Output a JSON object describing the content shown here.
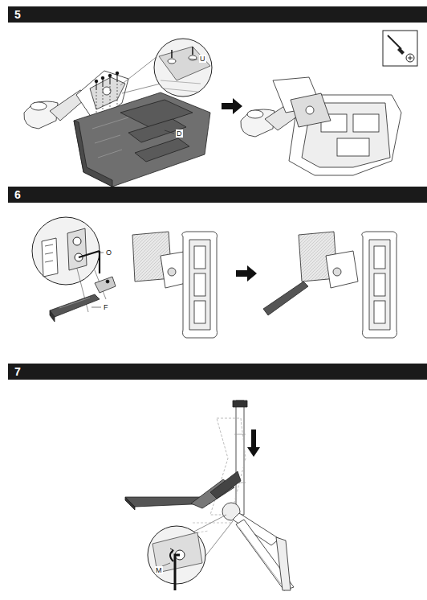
{
  "diagram": {
    "nodes": [
      {
        "text": [
          "5"
        ]
      },
      {
        "text": [
          "6"
        ]
      },
      {
        "text": [
          "7"
        ]
      }
    ],
    "labels": [
      "U",
      "D",
      "O",
      "F",
      "M"
    ]
  }
}
